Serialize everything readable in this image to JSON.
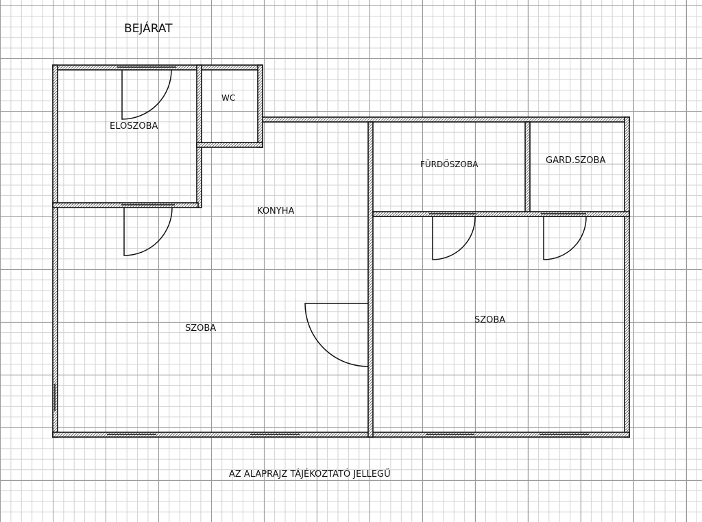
{
  "plan": {
    "entrance_label": "BEJÁRAT",
    "footer_note": "AZ ALAPRAJZ TÁJÉKOZTATÓ JELLEGŰ",
    "rooms": {
      "eloszoba": "ELOSZOBA",
      "wc": "WC",
      "konyha": "KONYHA",
      "furdoszoba": "FÜRDŐSZOBA",
      "gardszoba": "GARD.SZOBA",
      "szoba_left": "SZOBA",
      "szoba_right": "SZOBA"
    }
  },
  "colors": {
    "wall": "#111111",
    "wall_hatch": "#6e6e6e",
    "grid_major": "#9a9a9a",
    "grid_minor": "#d2d2d2"
  }
}
